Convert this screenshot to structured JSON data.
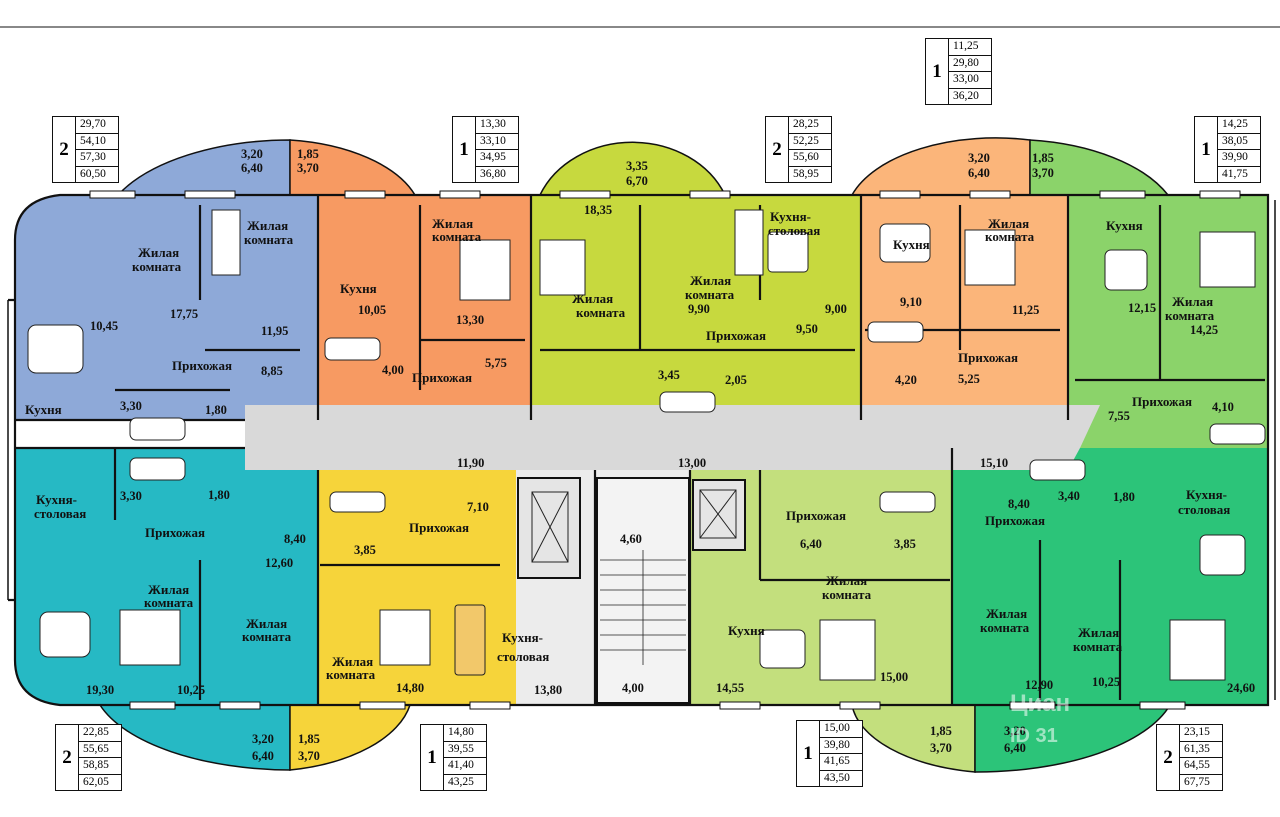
{
  "labels": {
    "living": "Жилая комната",
    "living_l1": "Жилая",
    "living_l2": "комната",
    "kitchen": "Кухня",
    "kitchen_dining_l1": "Кухня-",
    "kitchen_dining_l2": "столовая",
    "hall": "Прихожая"
  },
  "areas": {
    "a1": "3,20",
    "a2": "6,40",
    "a3": "1,85",
    "a4": "3,70",
    "b1": "3,35",
    "b2": "6,70",
    "b3": "18,35",
    "c1": "3,20",
    "c2": "6,40",
    "c3": "1,85",
    "c4": "3,70",
    "r1": "10,45",
    "r2": "17,75",
    "r3": "11,95",
    "r4": "8,85",
    "r5": "3,30",
    "r6": "1,80",
    "r7": "10,05",
    "r8": "13,30",
    "r9": "4,00",
    "r10": "5,75",
    "r11": "9,90",
    "r12": "9,00",
    "r13": "9,50",
    "r14": "3,45",
    "r15": "2,05",
    "r16": "9,10",
    "r17": "11,25",
    "r18": "4,20",
    "r19": "5,25",
    "r20": "12,15",
    "r21": "14,25",
    "r22": "7,55",
    "r23": "4,10",
    "r24": "3,30",
    "r25": "1,80",
    "r26": "8,40",
    "r27": "12,60",
    "r28": "19,30",
    "r29": "10,25",
    "r30": "11,90",
    "r31": "7,10",
    "r32": "3,85",
    "r33": "14,80",
    "r34": "13,80",
    "r35": "13,00",
    "r36": "4,60",
    "r37": "4,00",
    "r38": "6,40",
    "r39": "3,85",
    "r40": "14,55",
    "r41": "15,00",
    "r42": "15,10",
    "r43": "8,40",
    "r44": "3,40",
    "r45": "1,80",
    "r46": "12,90",
    "r47": "10,25",
    "r48": "24,60",
    "d1": "3,20",
    "d2": "6,40",
    "d3": "1,85",
    "d4": "3,70",
    "e1": "1,85",
    "e2": "3,70",
    "e3": "3,20",
    "e4": "6,40"
  },
  "legends": [
    {
      "rooms": "2",
      "values": [
        "29,70",
        "54,10",
        "57,30",
        "60,50"
      ]
    },
    {
      "rooms": "1",
      "values": [
        "13,30",
        "33,10",
        "34,95",
        "36,80"
      ]
    },
    {
      "rooms": "2",
      "values": [
        "28,25",
        "52,25",
        "55,60",
        "58,95"
      ]
    },
    {
      "rooms": "1",
      "values": [
        "11,25",
        "29,80",
        "33,00",
        "36,20"
      ]
    },
    {
      "rooms": "1",
      "values": [
        "14,25",
        "38,05",
        "39,90",
        "41,75"
      ]
    },
    {
      "rooms": "2",
      "values": [
        "22,85",
        "55,65",
        "58,85",
        "62,05"
      ]
    },
    {
      "rooms": "1",
      "values": [
        "14,80",
        "39,55",
        "41,40",
        "43,25"
      ]
    },
    {
      "rooms": "1",
      "values": [
        "15,00",
        "39,80",
        "41,65",
        "43,50"
      ]
    },
    {
      "rooms": "2",
      "values": [
        "23,15",
        "61,35",
        "64,55",
        "67,75"
      ]
    }
  ],
  "colors": {
    "blue": "#8ea9d8",
    "orange": "#f79a62",
    "lime": "#c7d93e",
    "peach": "#fbb57a",
    "green": "#8bd36a",
    "teal": "#26b9c4",
    "yellow": "#f6d43a",
    "lightgreen": "#c3df7d",
    "emerald": "#2cc479",
    "corridor": "#d9d9d9"
  },
  "watermark": {
    "brand": "Циан",
    "id": "ID 31"
  }
}
